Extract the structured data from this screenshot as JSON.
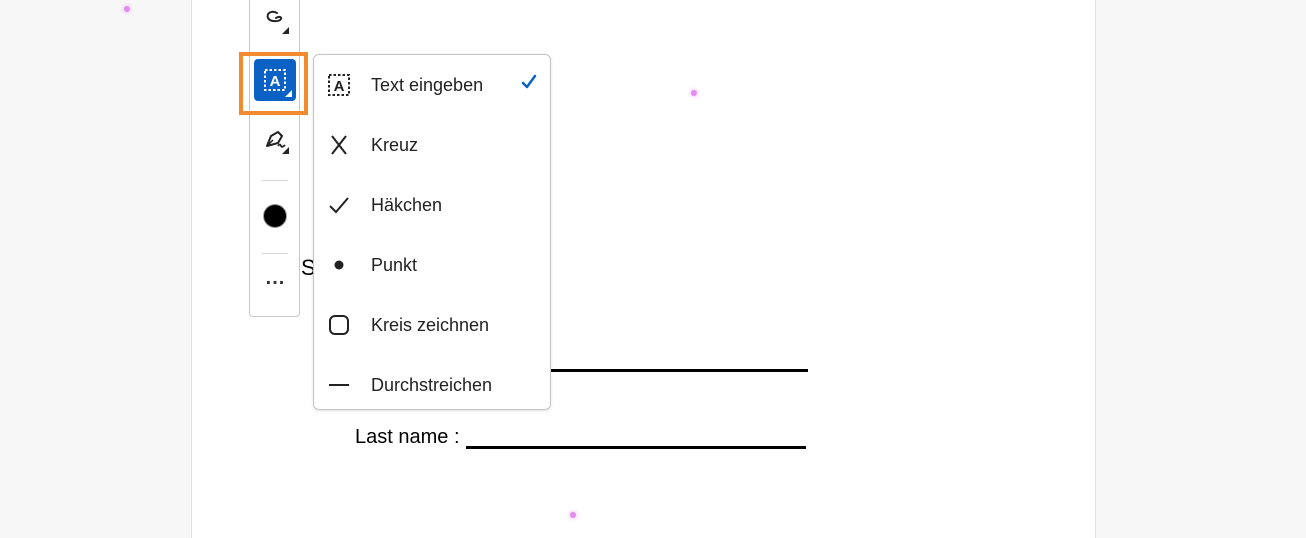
{
  "document": {
    "partial_heading_letter": "S",
    "last_name_label": "Last name :",
    "background_color": "#f7f7f7",
    "page_color": "#ffffff"
  },
  "toolbar": {
    "tools": [
      {
        "name": "lasso-draw",
        "icon": "lasso-icon",
        "active": false
      },
      {
        "name": "add-text",
        "icon": "text-box-icon",
        "active": true
      },
      {
        "name": "sign",
        "icon": "pen-sign-icon",
        "active": false
      }
    ],
    "color": "#000000",
    "more_label": "...",
    "active_color": "#0b62c4",
    "highlight_color": "#f28a30"
  },
  "menu": {
    "items": [
      {
        "label": "Text eingeben",
        "icon": "text-box-icon",
        "selected": true
      },
      {
        "label": "Kreuz",
        "icon": "cross-icon",
        "selected": false
      },
      {
        "label": "Häkchen",
        "icon": "checkmark-icon",
        "selected": false
      },
      {
        "label": "Punkt",
        "icon": "dot-icon",
        "selected": false
      },
      {
        "label": "Kreis zeichnen",
        "icon": "circle-icon",
        "selected": false
      },
      {
        "label": "Durchstreichen",
        "icon": "strikethrough-line-icon",
        "selected": false
      }
    ],
    "check_color": "#0b62c4"
  }
}
